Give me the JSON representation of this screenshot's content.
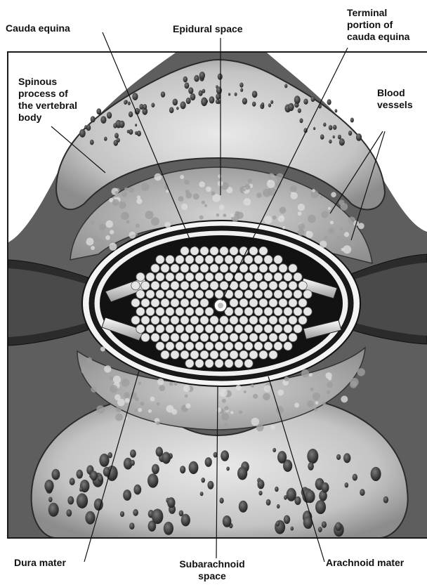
{
  "labels": {
    "cauda_equina": "Cauda equina",
    "epidural_space": "Epidural space",
    "terminal_portion": "Terminal\nportion of\ncauda equina",
    "spinous_process": "Spinous\nprocess of\nthe vertebral\nbody",
    "blood_vessels": "Blood\nvessels",
    "dura_mater": "Dura mater",
    "subarachnoid_space": "Subarachnoid\nspace",
    "arachnoid_mater": "Arachnoid mater"
  },
  "colors": {
    "background": "#ffffff",
    "frame": "#1a1a1a",
    "bone": "#cfcfcf",
    "bone_highlight": "#f2f2f2",
    "fat_tissue": "#b9b9b9",
    "canal": "#121212",
    "dura": "#f4f4f4",
    "nerve_root": "#e8e8e8",
    "leader_line": "#111111"
  }
}
